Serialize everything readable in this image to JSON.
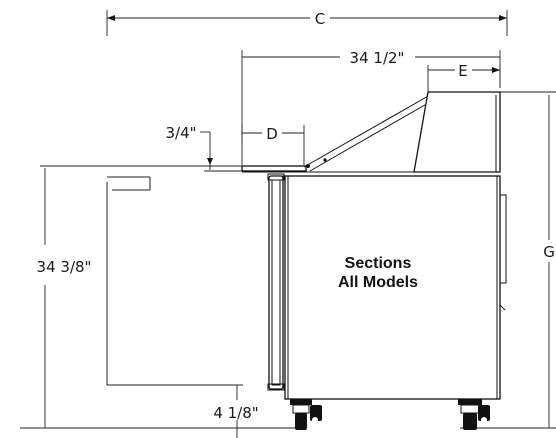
{
  "dimensions": {
    "overall_width": "C",
    "top_span": "34 1/2\"",
    "lid_depth": "E",
    "cutting_board": "D",
    "board_offset": "3/4\"",
    "height_left": "34 3/8\"",
    "height_right": "G",
    "caster_offset": "4 1/8\""
  },
  "cabinet_label": {
    "line1": "Sections",
    "line2": "All Models"
  }
}
